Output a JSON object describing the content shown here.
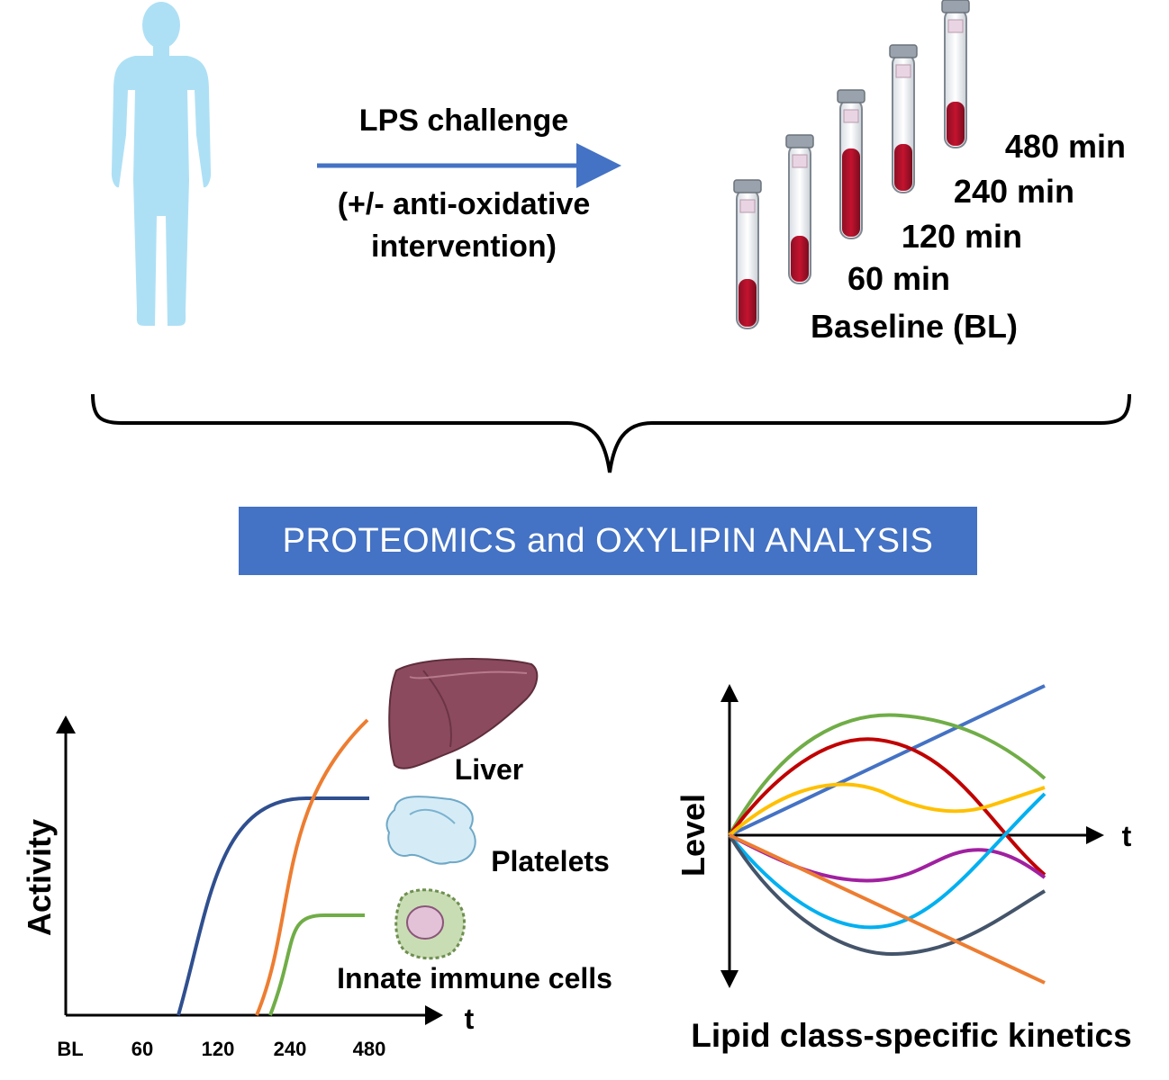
{
  "top": {
    "challenge_label": "LPS challenge",
    "intervention_line1": "(+/- anti-oxidative",
    "intervention_line2": "intervention)",
    "timepoints": [
      "480 min",
      "240 min",
      "120 min",
      "60 min",
      "Baseline (BL)"
    ]
  },
  "banner": {
    "label": "PROTEOMICS and OXYLIPIN ANALYSIS"
  },
  "activity_chart": {
    "ylabel": "Activity",
    "xlabel": "t",
    "ticks": [
      "BL",
      "60",
      "120",
      "240",
      "480"
    ],
    "organs": [
      "Liver",
      "Platelets",
      "Innate immune cells"
    ],
    "colors": {
      "liver": "#ed7d31",
      "platelets": "#2f4f8f",
      "immune": "#70ad47"
    }
  },
  "level_chart": {
    "ylabel": "Level",
    "xlabel": "t",
    "caption": "Lipid class-specific kinetics",
    "line_colors": [
      "#4472c4",
      "#70ad47",
      "#c00000",
      "#ffc000",
      "#a020a0",
      "#00b0f0",
      "#44546a",
      "#ed7d31"
    ]
  }
}
